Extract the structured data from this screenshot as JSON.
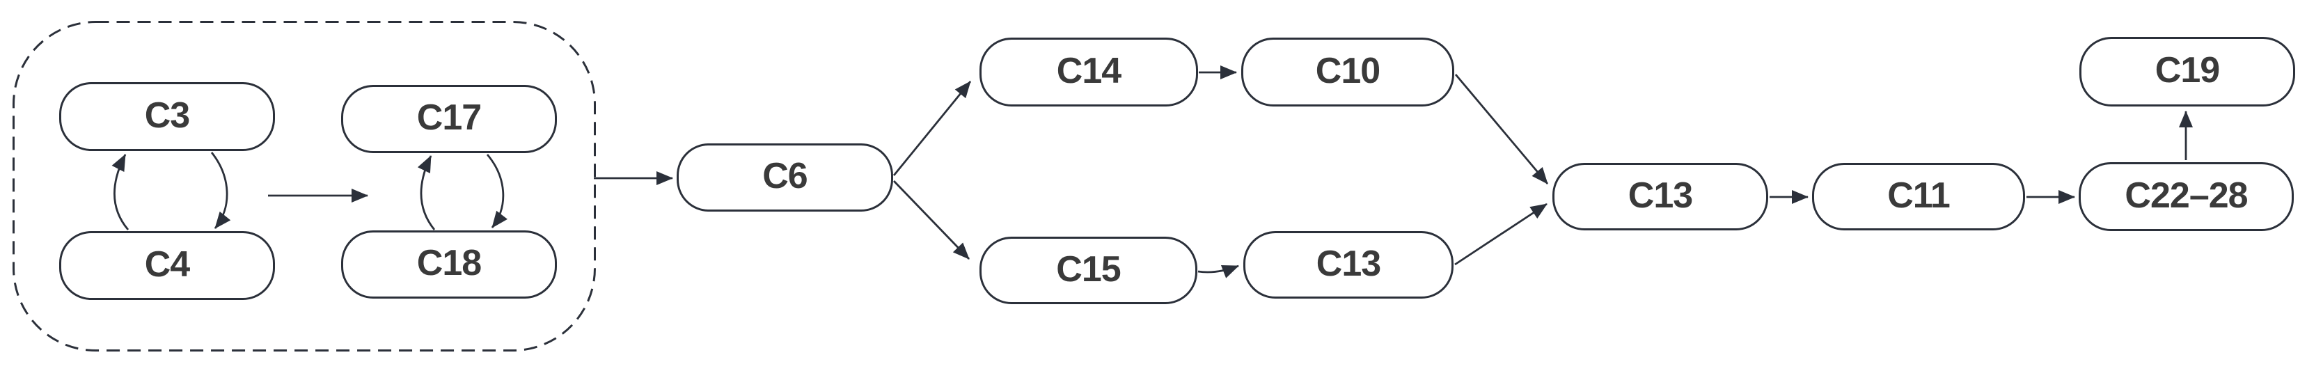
{
  "colors": {
    "background": "#ffffff",
    "node_fill": "#ffffff",
    "node_border": "#2b303a",
    "edge": "#2b303a",
    "text": "#3a3a3a"
  },
  "cluster": {
    "style": "dashed-rounded-rect",
    "members": [
      "C3",
      "C4",
      "C17",
      "C18"
    ]
  },
  "nodes": [
    {
      "id": "c3",
      "label": "C3"
    },
    {
      "id": "c4",
      "label": "C4"
    },
    {
      "id": "c17",
      "label": "C17"
    },
    {
      "id": "c18",
      "label": "C18"
    },
    {
      "id": "c6",
      "label": "C6"
    },
    {
      "id": "c14",
      "label": "C14"
    },
    {
      "id": "c10",
      "label": "C10"
    },
    {
      "id": "c15",
      "label": "C15"
    },
    {
      "id": "c13-lower",
      "label": "C13"
    },
    {
      "id": "c13-main",
      "label": "C13"
    },
    {
      "id": "c11",
      "label": "C11"
    },
    {
      "id": "c22-28",
      "label": "C22–28"
    },
    {
      "id": "c19",
      "label": "C19"
    }
  ],
  "edges": [
    {
      "from": "c4",
      "to": "c3",
      "style": "curved"
    },
    {
      "from": "c3",
      "to": "c4",
      "style": "curved"
    },
    {
      "from": "c3-c4-pair",
      "to": "c17-c18-pair",
      "style": "straight"
    },
    {
      "from": "c18",
      "to": "c17",
      "style": "curved"
    },
    {
      "from": "c17",
      "to": "c18",
      "style": "curved"
    },
    {
      "from": "cluster",
      "to": "c6",
      "style": "straight"
    },
    {
      "from": "c6",
      "to": "c14",
      "style": "straight"
    },
    {
      "from": "c6",
      "to": "c15",
      "style": "straight"
    },
    {
      "from": "c14",
      "to": "c10",
      "style": "straight"
    },
    {
      "from": "c15",
      "to": "c13-lower",
      "style": "slight-curve"
    },
    {
      "from": "c10",
      "to": "c13-main",
      "style": "straight"
    },
    {
      "from": "c13-lower",
      "to": "c13-main",
      "style": "straight"
    },
    {
      "from": "c13-main",
      "to": "c11",
      "style": "straight"
    },
    {
      "from": "c11",
      "to": "c22-28",
      "style": "straight"
    },
    {
      "from": "c22-28",
      "to": "c19",
      "style": "straight"
    }
  ]
}
